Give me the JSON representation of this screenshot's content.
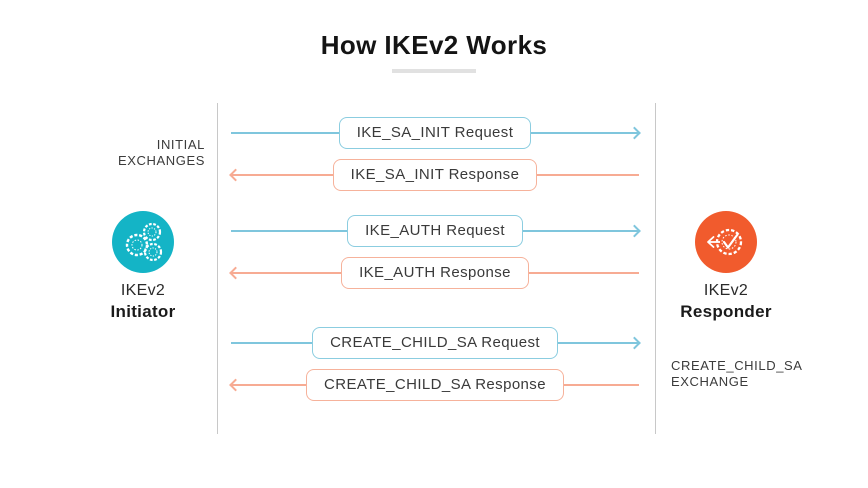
{
  "title": {
    "text": "How IKEv2 Works"
  },
  "actors": {
    "initiator": {
      "name_line": "IKEv2",
      "role_line": "Initiator",
      "icon": "gears-icon",
      "circle_color": "#14b4c6"
    },
    "responder": {
      "name_line": "IKEv2",
      "role_line": "Responder",
      "icon": "seal-check-icon",
      "circle_color": "#f15b2d"
    }
  },
  "messages": [
    {
      "label": "IKE_SA_INIT Request",
      "kind": "request",
      "direction": "right"
    },
    {
      "label": "IKE_SA_INIT Response",
      "kind": "response",
      "direction": "left"
    },
    {
      "label": "IKE_AUTH Request",
      "kind": "request",
      "direction": "right"
    },
    {
      "label": "IKE_AUTH Response",
      "kind": "response",
      "direction": "left"
    },
    {
      "label": "CREATE_CHILD_SA Request",
      "kind": "request",
      "direction": "right"
    },
    {
      "label": "CREATE_CHILD_SA Response",
      "kind": "response",
      "direction": "left"
    }
  ],
  "side_labels": {
    "initial_exchanges": {
      "line1": "INITIAL",
      "line2": "EXCHANGES"
    },
    "create_child_sa_exchange": {
      "line1": "CREATE_CHILD_SA",
      "line2": "EXCHANGE"
    }
  },
  "colors": {
    "initiator_circle": "#14b4c6",
    "responder_circle": "#f15b2d",
    "request_arrow": "#7fc6dd",
    "response_arrow": "#f7ab93",
    "lifeline": "#c8c8c8",
    "title_underline": "#e1e1e1"
  }
}
